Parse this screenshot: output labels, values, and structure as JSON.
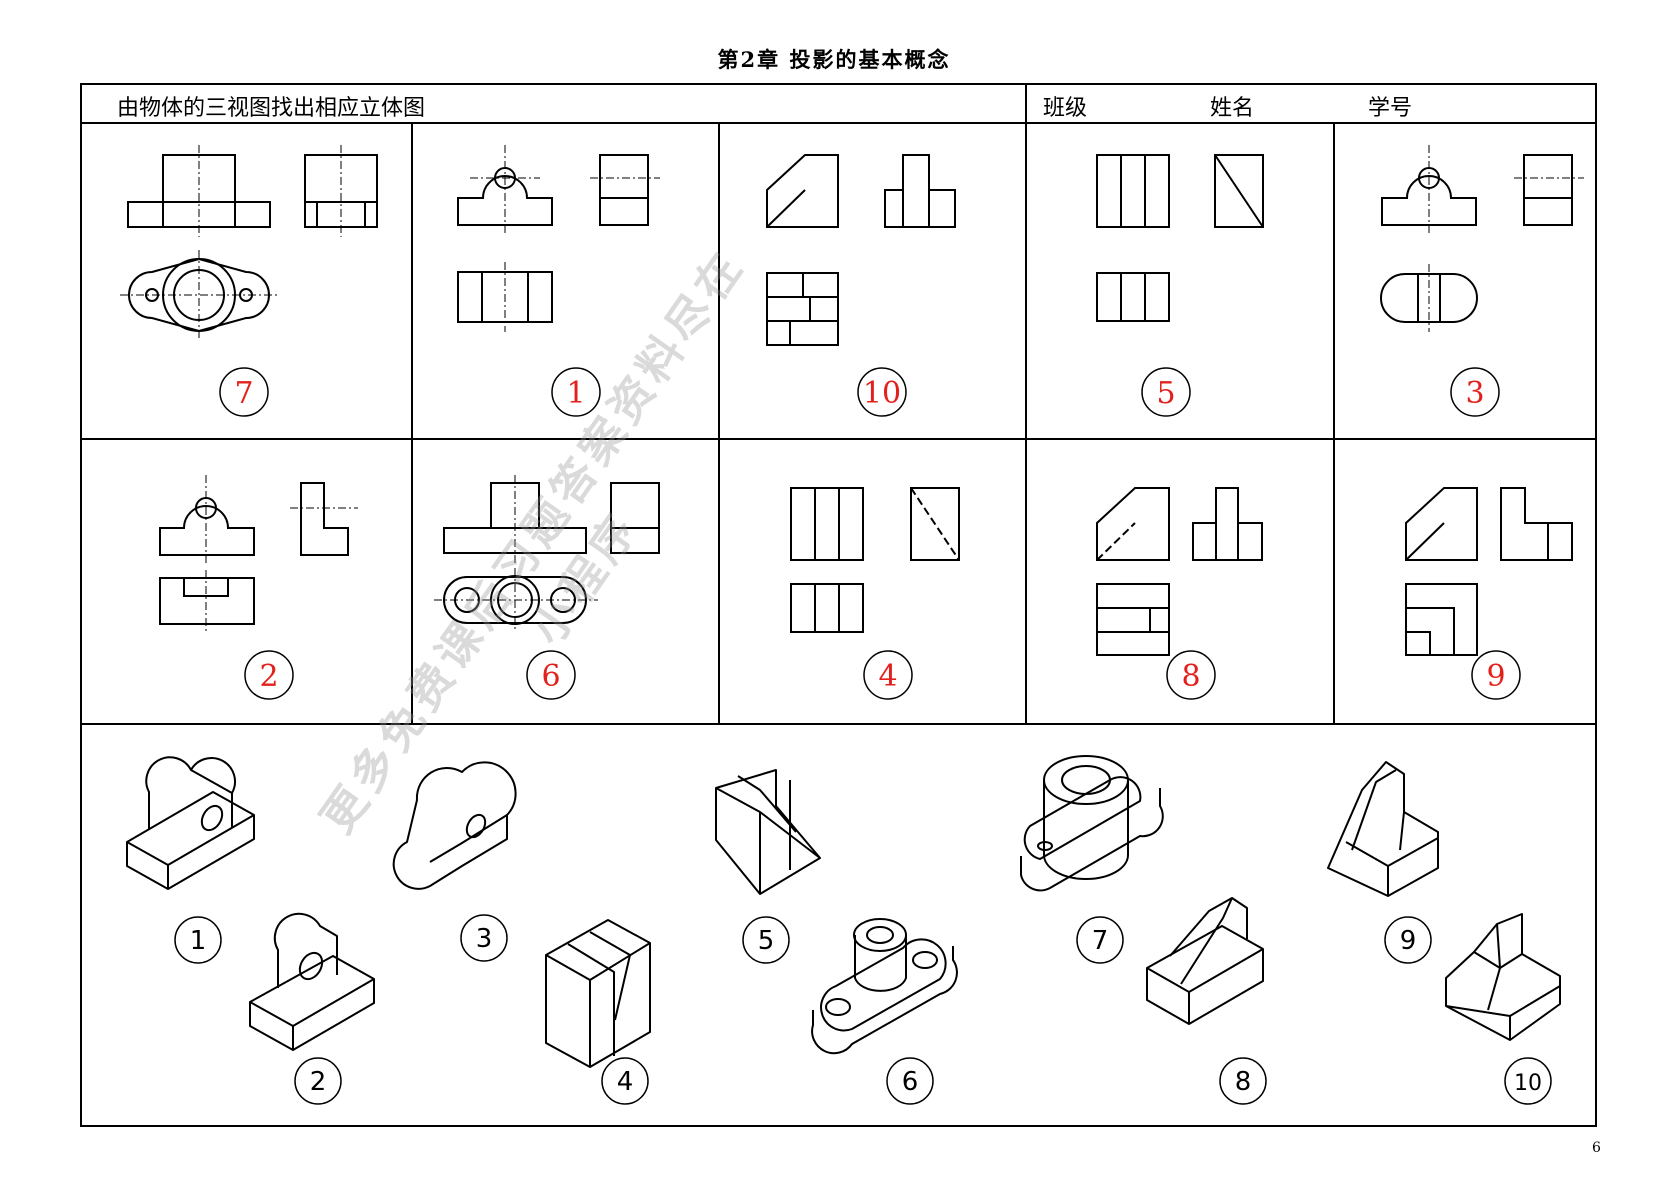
{
  "page": {
    "title": "第2章 投影的基本概念",
    "number": "6"
  },
  "header": {
    "instruction": "由物体的三视图找出相应立体图",
    "class_label": "班级",
    "name_label": "姓名",
    "id_label": "学号"
  },
  "answers": [
    "7",
    "1",
    "10",
    "5",
    "3",
    "2",
    "6",
    "4",
    "8",
    "9"
  ],
  "solid_labels": [
    "1",
    "2",
    "3",
    "4",
    "5",
    "6",
    "7",
    "8",
    "9",
    "10"
  ],
  "watermark": {
    "line1": "更多免费课后习题答案资料尽在",
    "line2": "小程序"
  },
  "colors": {
    "answer_red": "#e3211c",
    "line": "#000000"
  }
}
